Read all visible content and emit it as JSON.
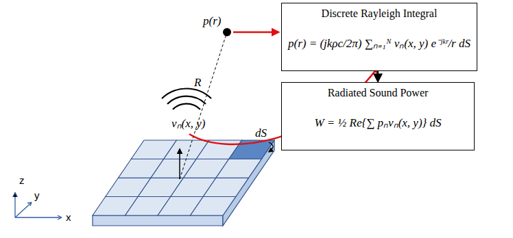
{
  "diagram": {
    "nodes": [
      {
        "text": [
          "Discrete Rayleigh Integral",
          "p(r) = (jkρc/2π) ∑ₙ₌₁ᴺ vₙ(x, y) e⁻ʲᵏʳ/r dS"
        ]
      },
      {
        "text": [
          "Radiated Sound Power",
          "W = ½ Re{∑ pₙvₙ(x, y)} dS"
        ]
      }
    ],
    "edges": [
      {
        "from": 0,
        "to": 1,
        "arrow": "to"
      }
    ],
    "labels": [
      "p(r)",
      "R",
      "vₙ(x, y)",
      "dS",
      "z",
      "y",
      "x"
    ]
  }
}
